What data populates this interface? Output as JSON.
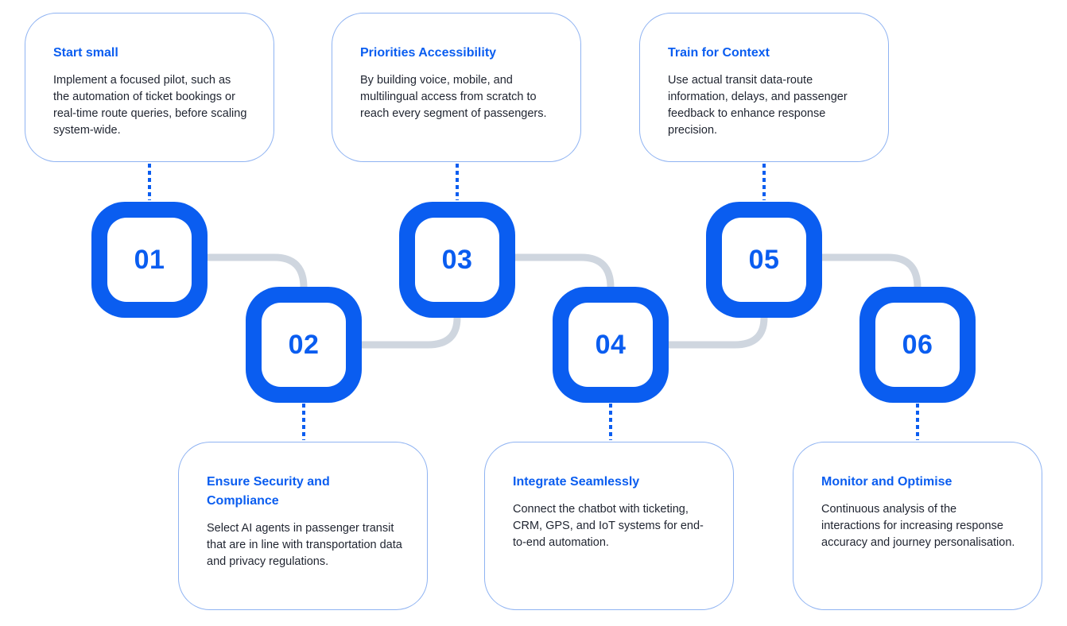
{
  "steps": [
    {
      "number": "01",
      "title": "Start small",
      "description": "Implement a focused pilot, such as the automation of ticket bookings or real-time route queries, before scaling system-wide."
    },
    {
      "number": "02",
      "title": "Ensure Security and Compliance",
      "description": "Select AI agents in passenger transit that are in line with transportation data and privacy regulations."
    },
    {
      "number": "03",
      "title": "Priorities Accessibility",
      "description": "By building voice, mobile, and multilingual access from scratch to reach every segment of passengers."
    },
    {
      "number": "04",
      "title": "Integrate Seamlessly",
      "description": "Connect the chatbot with ticketing, CRM, GPS, and IoT systems for end-to-end automation."
    },
    {
      "number": "05",
      "title": "Train for Context",
      "description": "Use actual transit data-route information, delays, and passenger feedback to enhance response precision."
    },
    {
      "number": "06",
      "title": "Monitor and Optimise",
      "description": "Continuous analysis of the interactions for increasing response accuracy and journey personalisation."
    }
  ],
  "colors": {
    "accent": "#0a5df0",
    "connector": "#cfd6df",
    "card_border": "#8fb3f2",
    "text": "#1f2430"
  }
}
